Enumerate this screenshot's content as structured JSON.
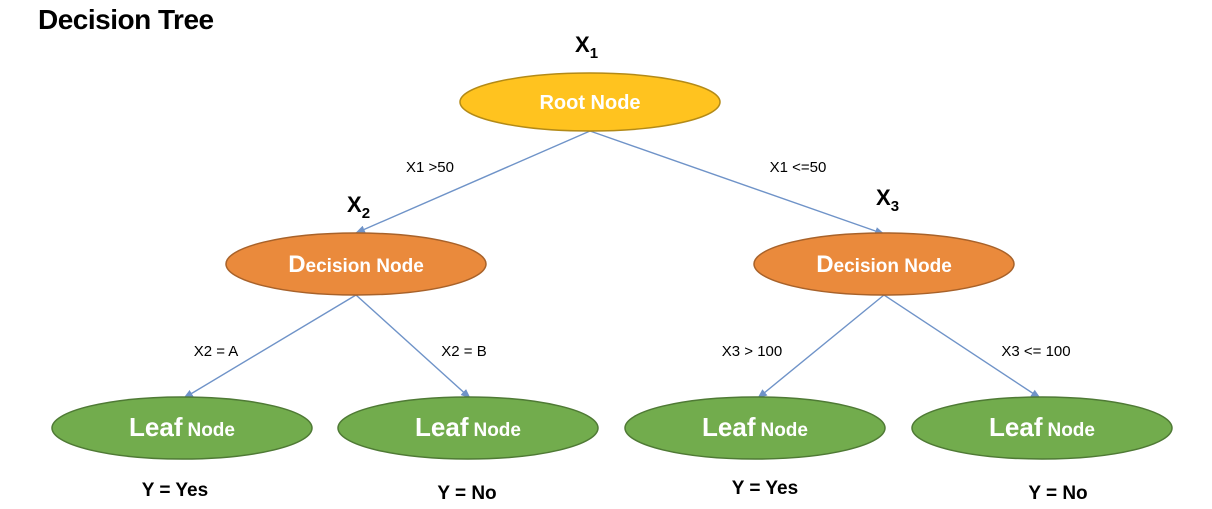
{
  "title": "Decision Tree",
  "colors": {
    "root_fill": "#FFC31F",
    "root_stroke": "#B38A17",
    "decision_fill": "#EA8A3C",
    "decision_stroke": "#A8622A",
    "leaf_fill": "#72AC4D",
    "leaf_stroke": "#4F7A35",
    "edge": "#6F93C8"
  },
  "variables": [
    {
      "letter": "X",
      "sub": "1"
    },
    {
      "letter": "X",
      "sub": "2"
    },
    {
      "letter": "X",
      "sub": "3"
    }
  ],
  "nodes": {
    "root": {
      "label": "Root Node"
    },
    "decision": [
      {
        "first": "D",
        "rest": "ecision Node"
      },
      {
        "first": "D",
        "rest": "ecision Node"
      }
    ],
    "leaves": [
      {
        "big": "Leaf",
        "small": "Node",
        "outcome": "Y = Yes"
      },
      {
        "big": "Leaf",
        "small": "Node",
        "outcome": "Y = No"
      },
      {
        "big": "Leaf",
        "small": "Node",
        "outcome": "Y = Yes"
      },
      {
        "big": "Leaf",
        "small": "Node",
        "outcome": "Y = No"
      }
    ]
  },
  "edges": [
    {
      "label": "X1 >50"
    },
    {
      "label": "X1 <=50"
    },
    {
      "label": "X2 = A"
    },
    {
      "label": "X2 = B"
    },
    {
      "label": "X3 > 100"
    },
    {
      "label": "X3 <= 100"
    }
  ]
}
